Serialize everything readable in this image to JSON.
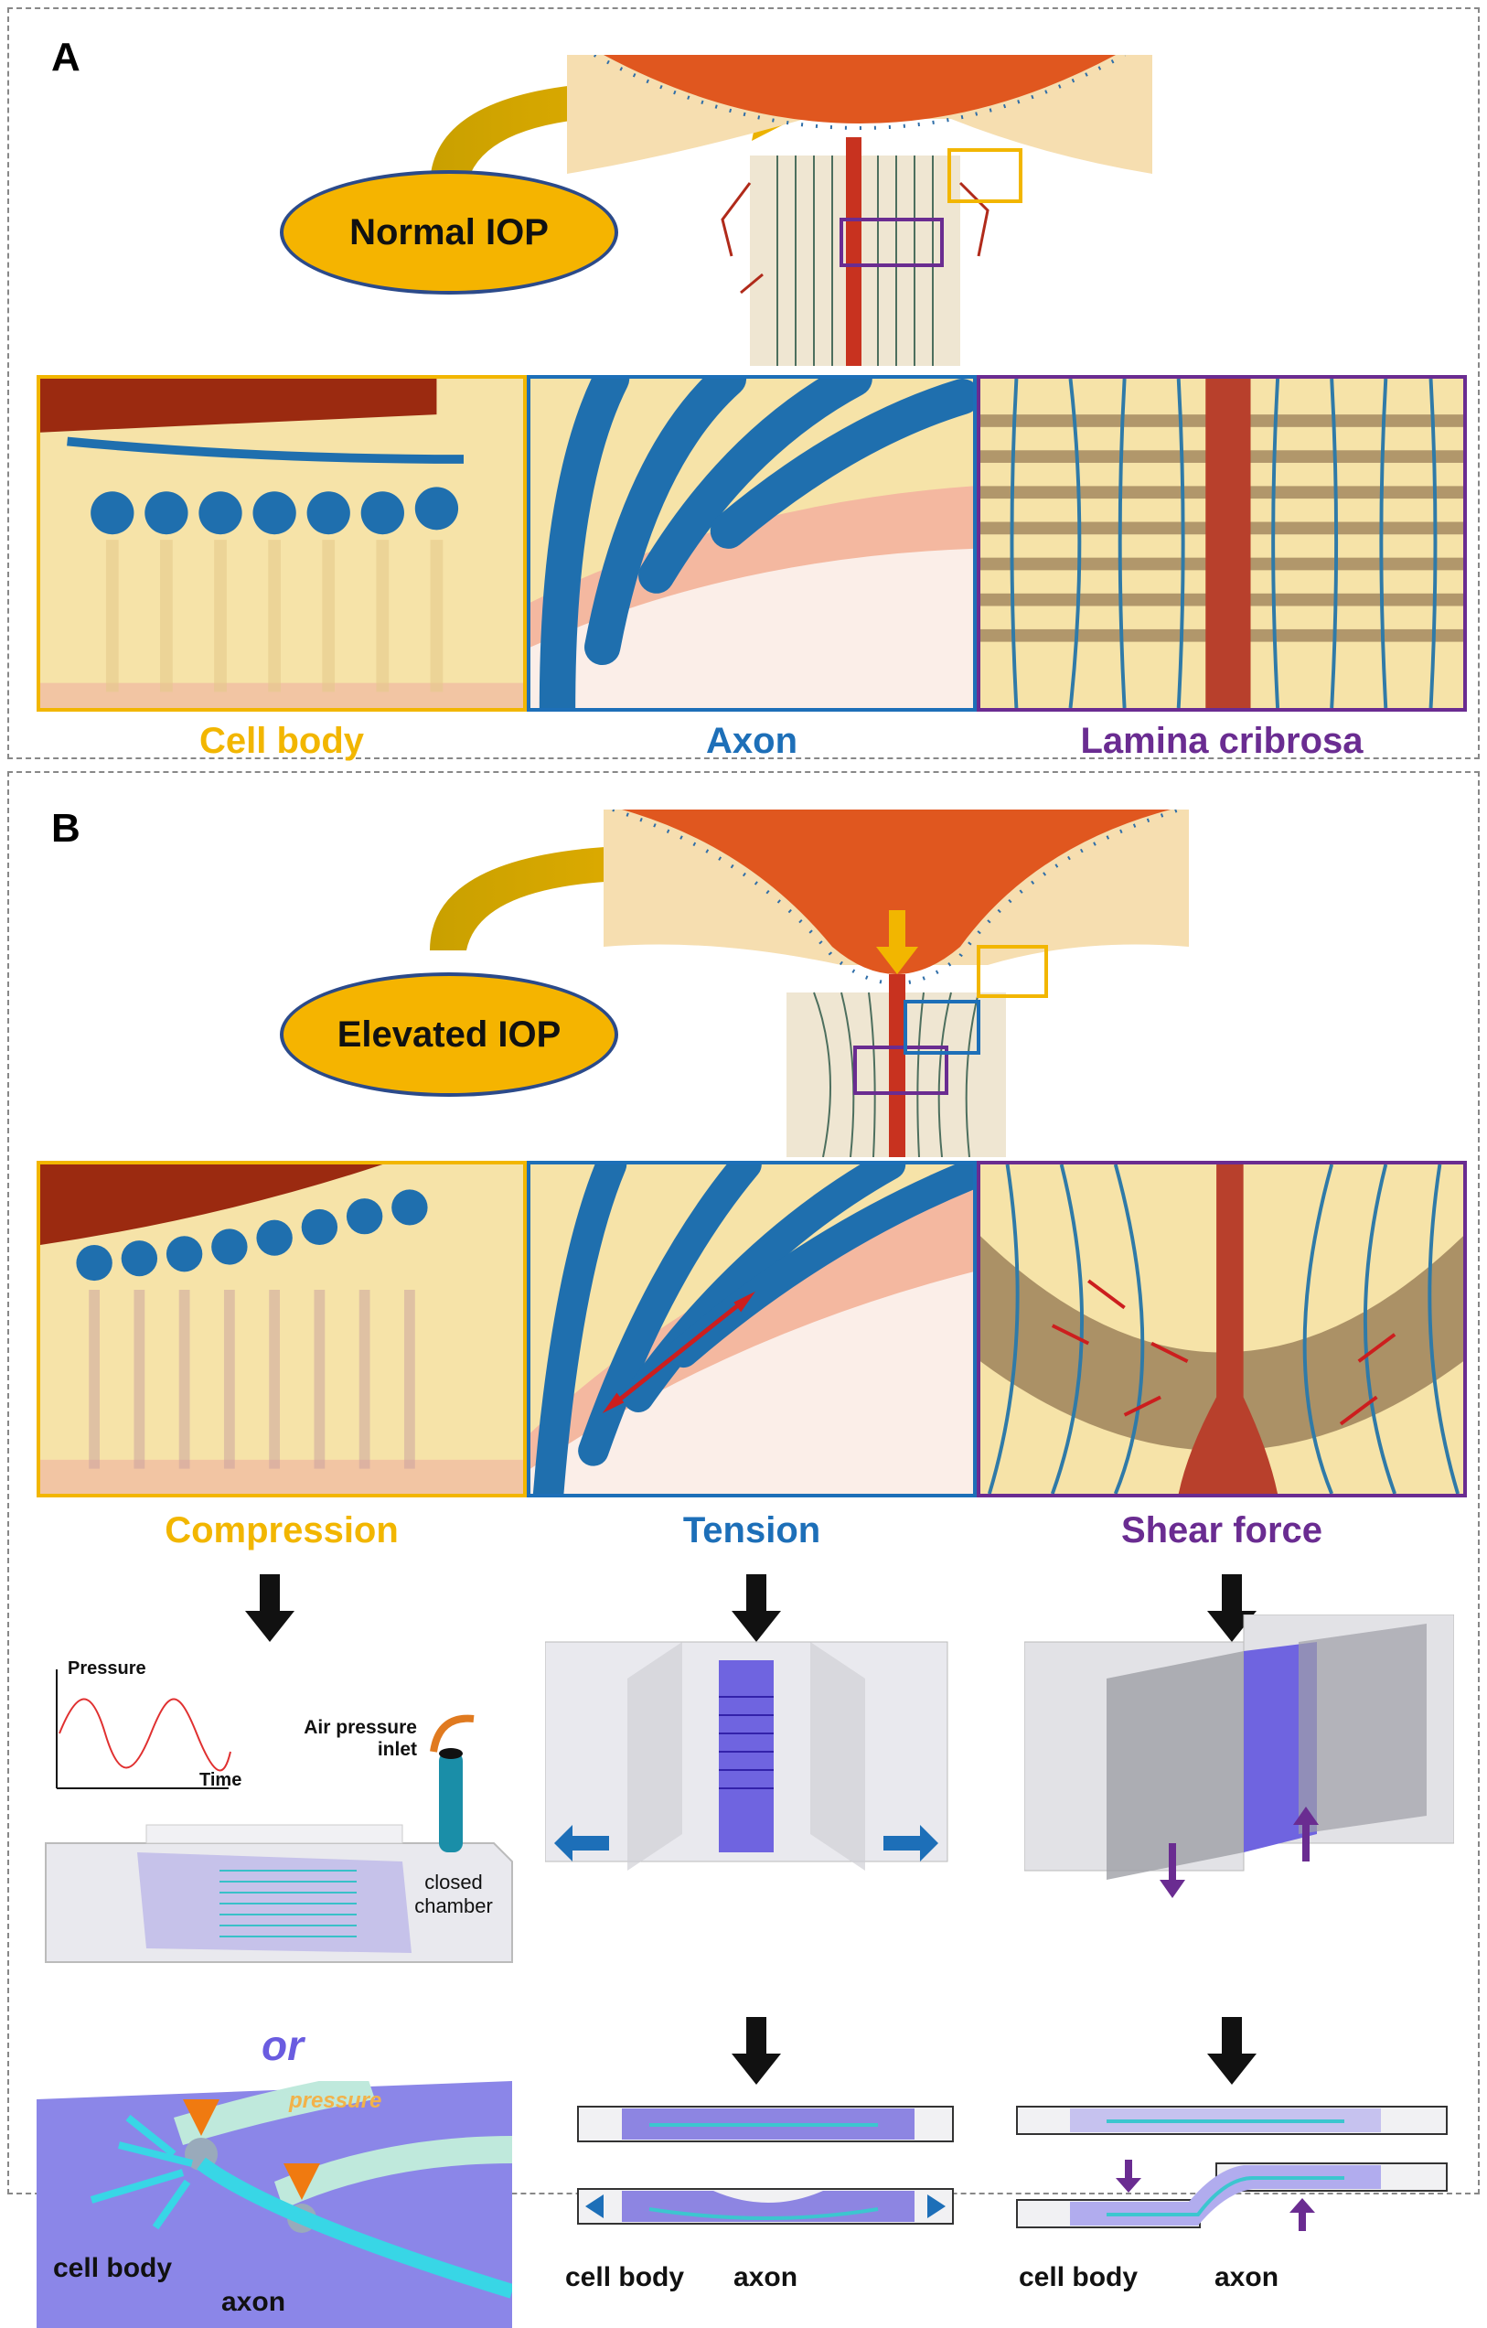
{
  "panel_a": {
    "letter": "A",
    "iop_label": "Normal IOP",
    "captions": [
      "Cell body",
      "Axon",
      "Lamina cribrosa"
    ]
  },
  "panel_b": {
    "letter": "B",
    "iop_label": "Elevated IOP",
    "captions": [
      "Compression",
      "Tension",
      "Shear force"
    ],
    "or_label": "or",
    "compression": {
      "pressure_label": "Pressure",
      "time_label": "Time",
      "inlet_label": "Air pressure inlet",
      "chamber_label": "closed chamber",
      "probe_label": "pressure",
      "cell_body_label": "cell body",
      "axon_label": "axon"
    },
    "tension": {
      "cell_body_label": "cell body",
      "axon_label": "axon"
    },
    "shear": {
      "cell_body_label": "cell body",
      "axon_label": "axon"
    }
  },
  "colors": {
    "compression": "#f2b600",
    "tension": "#1d6fb8",
    "shear": "#6a2c91",
    "iop_fill": "#f5b400",
    "retina": "#e0571f",
    "axon_blue": "#1f6fae"
  }
}
